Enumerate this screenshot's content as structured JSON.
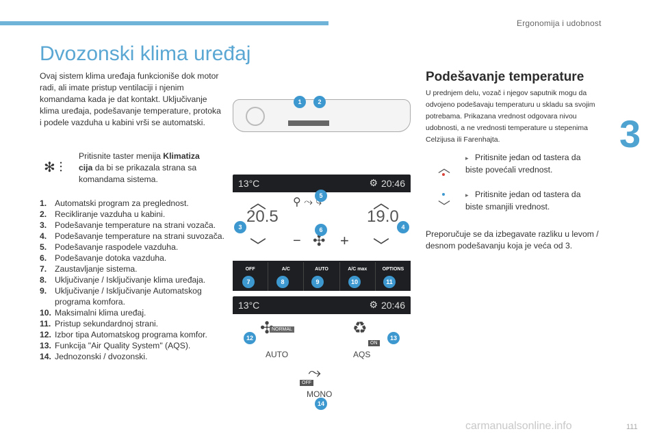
{
  "header": {
    "section": "Ergonomija i udobnost",
    "chapter": "3",
    "page": "111"
  },
  "title": "Dvozonski klima uređaj",
  "intro": "Ovaj sistem klima uređaja funkcioniše dok motor radi, ali imate pristup ventilaciji i njenim komandama kada je dat kontakt. Uključivanje klima uređaja, podešavanje temperature, protoka i podele vazduha u kabini vrši se automatski.",
  "press_menu": {
    "before": "Pritisnite taster menija ",
    "bold": "Klimatiza cija",
    "after": " da bi se prikazala strana sa komandama sistema."
  },
  "list": [
    {
      "n": "1.",
      "t": "Automatski program za preglednost."
    },
    {
      "n": "2.",
      "t": "Recikliranje vazduha u kabini."
    },
    {
      "n": "3.",
      "t": "Podešavanje temperature na strani vozača."
    },
    {
      "n": "4.",
      "t": "Podešavanje temperature na strani suvozača."
    },
    {
      "n": "5.",
      "t": "Podešavanje raspodele vazduha."
    },
    {
      "n": "6.",
      "t": "Podešavanje dotoka vazduha."
    },
    {
      "n": "7.",
      "t": "Zaustavljanje sistema."
    },
    {
      "n": "8.",
      "t": "Uključivanje / Isključivanje klima uređaja."
    },
    {
      "n": "9.",
      "t": "Uključivanje / Isključivanje Automatskog programa komfora."
    },
    {
      "n": "10.",
      "t": "Maksimalni klima uređaj."
    },
    {
      "n": "11.",
      "t": "Pristup sekundardnoj strani."
    },
    {
      "n": "12.",
      "t": "Izbor tipa Automatskog programa komfor."
    },
    {
      "n": "13.",
      "t": "Funkcija \"Air Quality System\" (AQS)."
    },
    {
      "n": "14.",
      "t": "Jednozonski / dvozonski."
    }
  ],
  "screen1": {
    "temp": "13°C",
    "time": "20:46",
    "left_temp": "20.5",
    "right_temp": "19.0",
    "buttons": [
      "OFF",
      "A/C",
      "AUTO",
      "A/C max",
      "OPTIONS"
    ],
    "markers": [
      "3",
      "4",
      "5",
      "6",
      "7",
      "8",
      "9",
      "10",
      "11"
    ]
  },
  "screen2": {
    "temp": "13°C",
    "time": "20:46",
    "normal": "NORMAL",
    "auto": "AUTO",
    "on": "ON",
    "aqs": "AQS",
    "off": "OFF",
    "mono": "MONO",
    "markers": [
      "12",
      "13",
      "14"
    ]
  },
  "dash_markers": [
    "1",
    "2"
  ],
  "right": {
    "heading": "Podešavanje temperature",
    "intro": "U prednjem delu, vozač i njegov saputnik mogu da odvojeno podešavaju temperaturu u skladu sa svojim potrebama. Prikazana vrednost odgovara nivou udobnosti, a ne vrednosti temperature u stepenima Celzijusa ili Farenhajta.",
    "press_up": "Pritisnite jedan od tastera da biste povećali vrednost.",
    "press_down": "Pritisnite jedan od tastera da biste smanjili vrednost.",
    "advice": "Preporučuje se da izbegavate razliku u levom / desnom podešavanju koja je veća od 3."
  },
  "watermark": "carmanualsonline.info",
  "colors": {
    "accent": "#4fa3d1",
    "marker": "#3d98d0",
    "red": "#d9433a"
  }
}
